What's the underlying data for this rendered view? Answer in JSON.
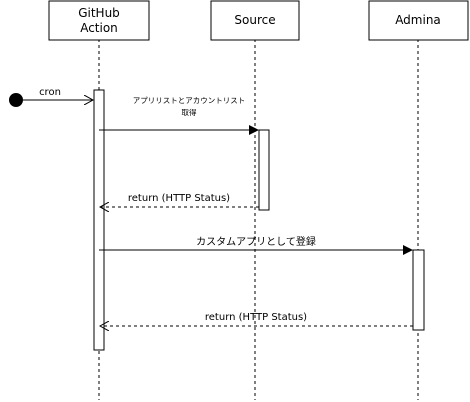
{
  "participants": [
    {
      "id": "github-action",
      "label_lines": [
        "GitHub",
        "Action"
      ]
    },
    {
      "id": "source",
      "label_lines": [
        "Source"
      ]
    },
    {
      "id": "admina",
      "label_lines": [
        "Admina"
      ]
    }
  ],
  "messages": [
    {
      "id": "cron",
      "from": "start",
      "to": "github-action",
      "kind": "async",
      "label_lines": [
        "cron"
      ]
    },
    {
      "id": "fetch",
      "from": "github-action",
      "to": "source",
      "kind": "sync",
      "label_lines": [
        "アプリリストとアカウントリスト",
        "取得"
      ]
    },
    {
      "id": "return-source",
      "from": "source",
      "to": "github-action",
      "kind": "return",
      "label_lines": [
        "return (HTTP Status)"
      ]
    },
    {
      "id": "register",
      "from": "github-action",
      "to": "admina",
      "kind": "sync",
      "label_lines": [
        "カスタムアプリとして登録"
      ]
    },
    {
      "id": "return-admina",
      "from": "admina",
      "to": "github-action",
      "kind": "return",
      "label_lines": [
        "return (HTTP Status)"
      ]
    }
  ]
}
